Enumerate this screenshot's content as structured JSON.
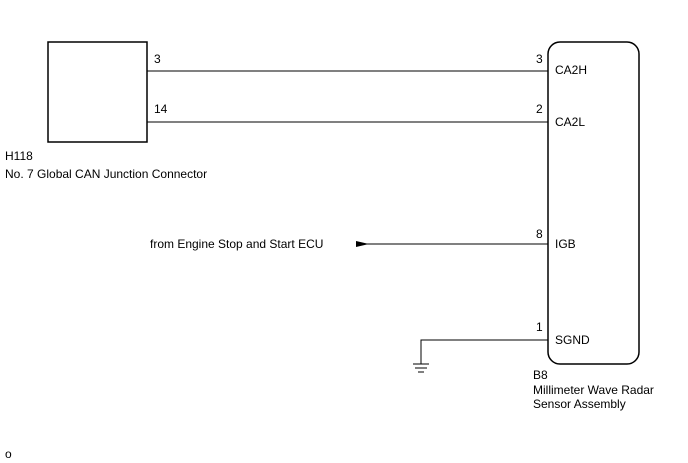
{
  "left_component": {
    "code": "H118",
    "name": "No. 7 Global CAN Junction Connector",
    "pins": [
      "3",
      "14"
    ]
  },
  "right_component": {
    "code": "B8",
    "name_line1": "Millimeter Wave Radar",
    "name_line2": "Sensor Assembly",
    "pins": [
      {
        "number": "3",
        "label": "CA2H"
      },
      {
        "number": "2",
        "label": "CA2L"
      },
      {
        "number": "8",
        "label": "IGB"
      },
      {
        "number": "1",
        "label": "SGND"
      }
    ]
  },
  "input_source": "from Engine Stop and Start ECU",
  "footer_mark": "o"
}
